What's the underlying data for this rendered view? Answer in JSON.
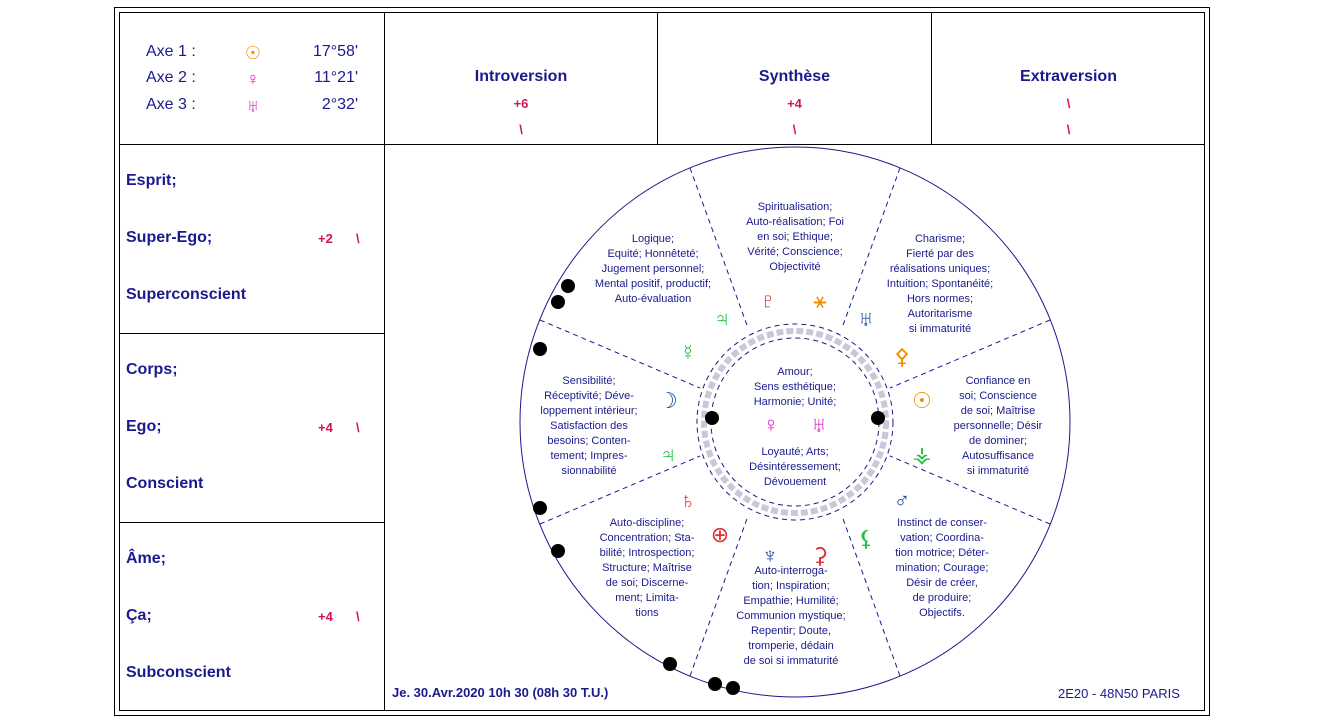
{
  "axes": [
    {
      "label": "Axe 1 :",
      "symbol": "☉",
      "symbol_name": "sun-icon",
      "color": "#f28c00",
      "value": "17°58'"
    },
    {
      "label": "Axe 2 :",
      "symbol": "♀",
      "symbol_name": "venus-icon",
      "color": "#e020d0",
      "value": "11°21'"
    },
    {
      "label": "Axe 3 :",
      "symbol": "♅",
      "symbol_name": "uranus-icon",
      "color": "#e020d0",
      "value": "2°32'"
    }
  ],
  "columns": [
    {
      "title": "Introversion",
      "value": "+6",
      "mark": "\\"
    },
    {
      "title": "Synthèse",
      "value": "+4",
      "mark": "\\"
    },
    {
      "title": "Extraversion",
      "value": "\\",
      "mark": "\\"
    }
  ],
  "levels": [
    {
      "lines": [
        "Esprit;",
        "Super-Ego;",
        "Superconscient"
      ],
      "value": "+2",
      "mark": "\\"
    },
    {
      "lines": [
        "Corps;",
        "Ego;",
        "Conscient"
      ],
      "value": "+4",
      "mark": "\\"
    },
    {
      "lines": [
        "Âme;",
        "Ça;",
        "Subconscient"
      ],
      "value": "+4",
      "mark": "\\"
    }
  ],
  "wheel": {
    "center_top": [
      "Amour;",
      "Sens esthétique;",
      "Harmonie; Unité;"
    ],
    "center_bottom": [
      "Loyauté; Arts;",
      "Désintéressement;",
      "Dévouement"
    ],
    "center_symbols": [
      {
        "symbol": "♀",
        "name": "venus-icon",
        "color": "#e020d0"
      },
      {
        "symbol": "♅",
        "name": "uranus-icon",
        "color": "#e020d0"
      }
    ],
    "sectors": [
      {
        "id": "top",
        "lines": [
          "Spiritualisation;",
          "Auto-réalisation; Foi",
          "en soi; Ethique;",
          "Vérité; Conscience;",
          "Objectivité"
        ],
        "symbols": [
          {
            "symbol": "♇",
            "name": "pluto-icon",
            "color": "#e03030"
          },
          {
            "symbol": "⚹",
            "name": "sextile-icon",
            "color": "#f28c00"
          }
        ]
      },
      {
        "id": "top-right",
        "lines": [
          "Charisme;",
          "Fierté par des",
          "réalisations uniques;",
          "Intuition; Spontanéité;",
          "Hors normes;",
          "Autoritarisme",
          "si immaturité"
        ],
        "symbols": [
          {
            "symbol": "♅",
            "name": "uranus-icon",
            "color": "#1a4aa0"
          },
          {
            "symbol": "⚴",
            "name": "pallas-icon",
            "color": "#f28c00"
          }
        ]
      },
      {
        "id": "right",
        "lines": [
          "Confiance en",
          "soi; Conscience",
          "de soi; Maîtrise",
          "personnelle; Désir",
          "de dominer;",
          "Autosuffisance",
          "si immaturité"
        ],
        "symbols": [
          {
            "symbol": "☉",
            "name": "sun-icon",
            "color": "#f28c00"
          },
          {
            "symbol": "⚶",
            "name": "vesta-icon",
            "color": "#20c040"
          }
        ]
      },
      {
        "id": "bottom-right",
        "lines": [
          "Instinct de conser-",
          "vation; Coordina-",
          "tion motrice; Déter-",
          "mination; Courage;",
          "Désir de créer,",
          "de produire;",
          "Objectifs."
        ],
        "symbols": [
          {
            "symbol": "♂",
            "name": "mars-icon",
            "color": "#1a4aa0"
          },
          {
            "symbol": "⚸",
            "name": "lilith-icon",
            "color": "#20c040"
          }
        ]
      },
      {
        "id": "bottom",
        "lines": [
          "Auto-interroga-",
          "tion; Inspiration;",
          "Empathie; Humilité;",
          "Communion mystique;",
          "Repentir; Doute,",
          "tromperie, dédain",
          "de soi si immaturité"
        ],
        "symbols": [
          {
            "symbol": "♆",
            "name": "neptune-icon",
            "color": "#1a4aa0"
          },
          {
            "symbol": "⚳",
            "name": "ceres-icon",
            "color": "#e03030"
          }
        ]
      },
      {
        "id": "bottom-left",
        "lines": [
          "Auto-discipline;",
          "Concentration; Sta-",
          "bilité; Introspection;",
          "Structure; Maîtrise",
          "de soi; Discerne-",
          "ment; Limita-",
          "tions"
        ],
        "symbols": [
          {
            "symbol": "♄",
            "name": "saturn-icon",
            "color": "#e03030"
          },
          {
            "symbol": "⊕",
            "name": "earth-icon",
            "color": "#e03030"
          }
        ]
      },
      {
        "id": "left",
        "lines": [
          "Sensibilité;",
          "Réceptivité; Déve-",
          "loppement intérieur;",
          "Satisfaction des",
          "besoins; Conten-",
          "tement; Impres-",
          "sionnabilité"
        ],
        "symbols": [
          {
            "symbol": "☽",
            "name": "moon-icon",
            "color": "#1a4aa0"
          },
          {
            "symbol": "♃",
            "name": "jupiter-icon",
            "color": "#20c040"
          }
        ]
      },
      {
        "id": "top-left",
        "lines": [
          "Logique;",
          "Equité; Honnêteté;",
          "Jugement personnel;",
          "Mental positif, productif;",
          "Auto-évaluation"
        ],
        "symbols": [
          {
            "symbol": "♃",
            "name": "jupiter-icon",
            "color": "#20c040"
          },
          {
            "symbol": "☿",
            "name": "mercury-icon",
            "color": "#20c040"
          }
        ]
      }
    ]
  },
  "footer": {
    "date": "Je. 30.Avr.2020 10h 30 (08h 30 T.U.)",
    "location": "2E20 - 48N50  PARIS"
  }
}
